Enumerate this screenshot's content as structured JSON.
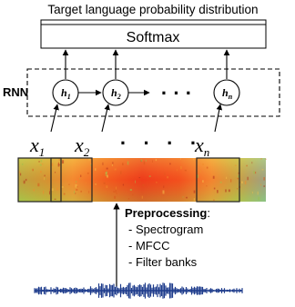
{
  "top_label": "Target language probability distribution",
  "softmax_label": "Softmax",
  "rnn_label": "RNN",
  "hidden_states": [
    {
      "base": "h",
      "sub": "1"
    },
    {
      "base": "h",
      "sub": "2"
    },
    {
      "base": "h",
      "sub": "n"
    }
  ],
  "rnn_ellipsis": "· · ·",
  "inputs": [
    {
      "base": "x",
      "sub": "1"
    },
    {
      "base": "x",
      "sub": "2"
    },
    {
      "base": "x",
      "sub": "n"
    }
  ],
  "input_ellipsis": "·   ·   ·   ·",
  "preprocessing": {
    "title": "Preprocessing",
    "colon": ":",
    "items": [
      "- Spectrogram",
      "- MFCC",
      "- Filter banks"
    ]
  },
  "colors": {
    "spectrogram_low": "#8fbf4a",
    "spectrogram_mid": "#f2a23a",
    "spectrogram_high": "#e8401e",
    "waveform": "#1e3c8c"
  }
}
